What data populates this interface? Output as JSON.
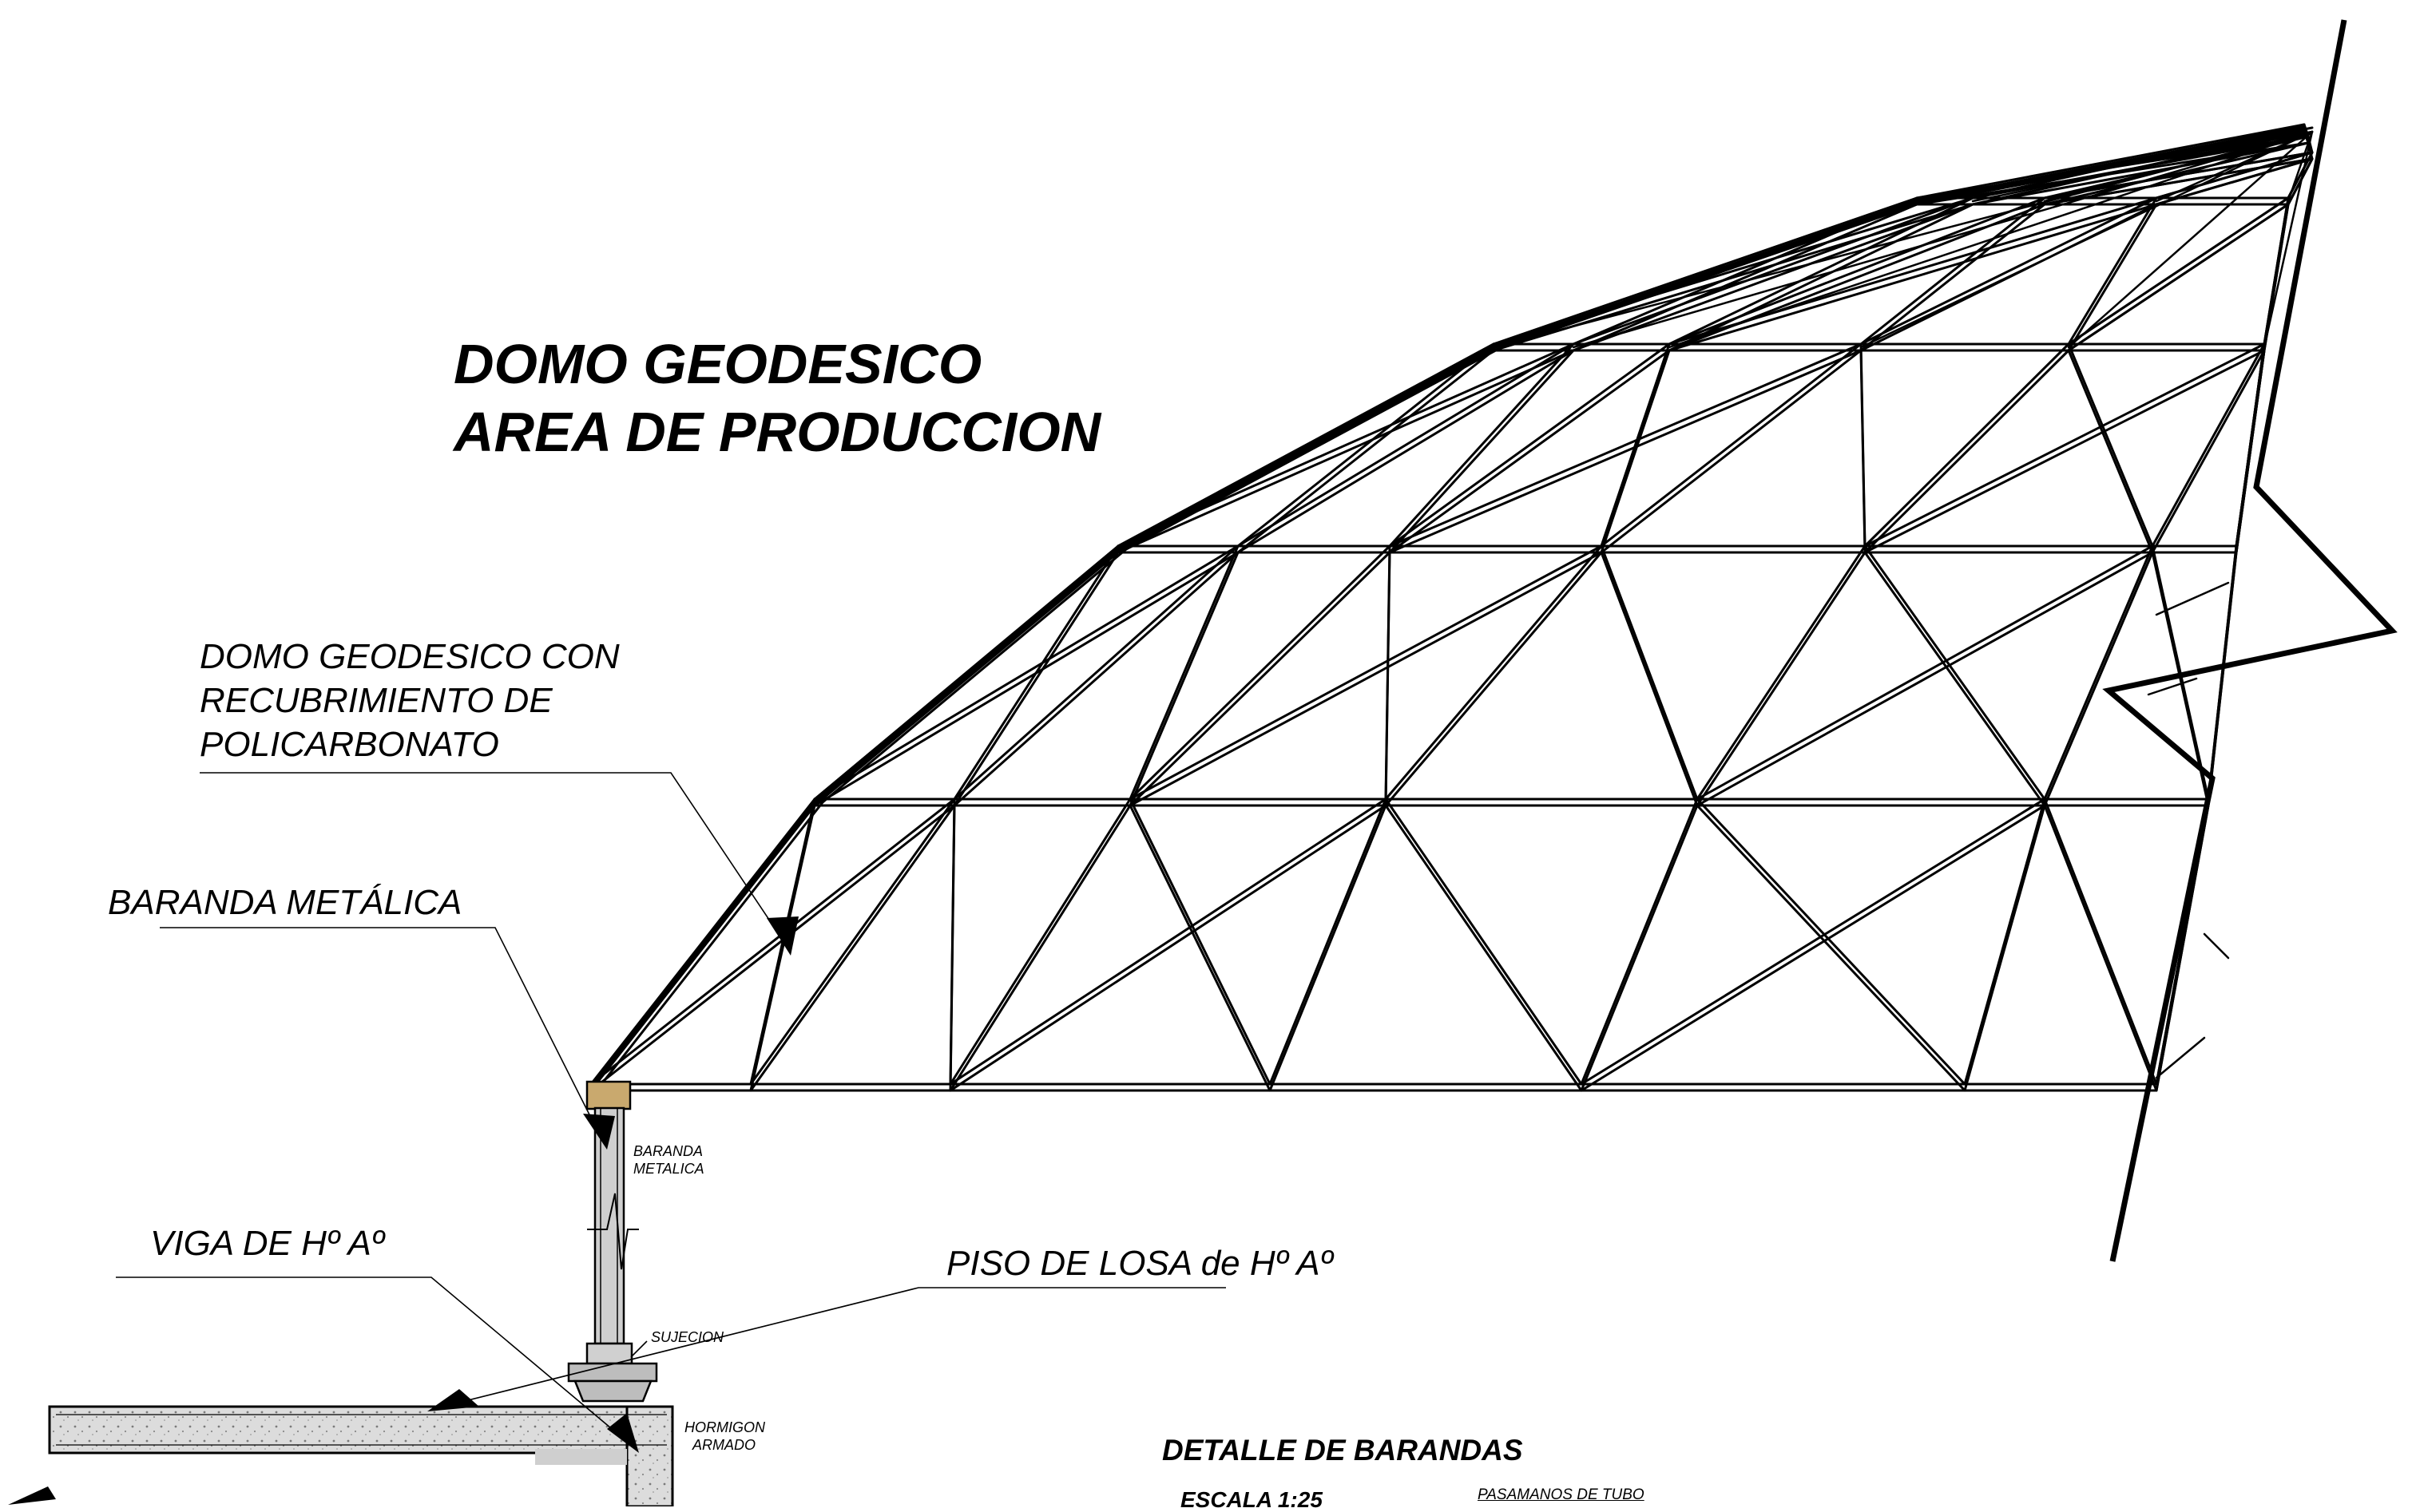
{
  "title": {
    "line1": "DOMO GEODESICO",
    "line2": "AREA DE PRODUCCION"
  },
  "callouts": {
    "dome": [
      "DOMO GEODESICO CON",
      "RECUBRIMIENTO DE",
      "POLICARBONATO"
    ],
    "railing": "BARANDA METÁLICA",
    "beam": "VIGA DE Hº Aº",
    "slab": "PISO DE LOSA  de Hº Aº"
  },
  "small_labels": {
    "railing": [
      "BARANDA",
      "METALICA"
    ],
    "fastening": "SUJECION",
    "concrete": [
      "HORMIGON",
      "ARMADO"
    ]
  },
  "footer": {
    "detail_title": "DETALLE DE BARANDAS",
    "scale": "ESCALA  1:25",
    "tube": "PASAMANOS DE TUBO"
  },
  "colors": {
    "ink": "#000000",
    "concrete": "#d8d8d8",
    "post": "#cfcfcf",
    "plate": "#c9a96e"
  }
}
